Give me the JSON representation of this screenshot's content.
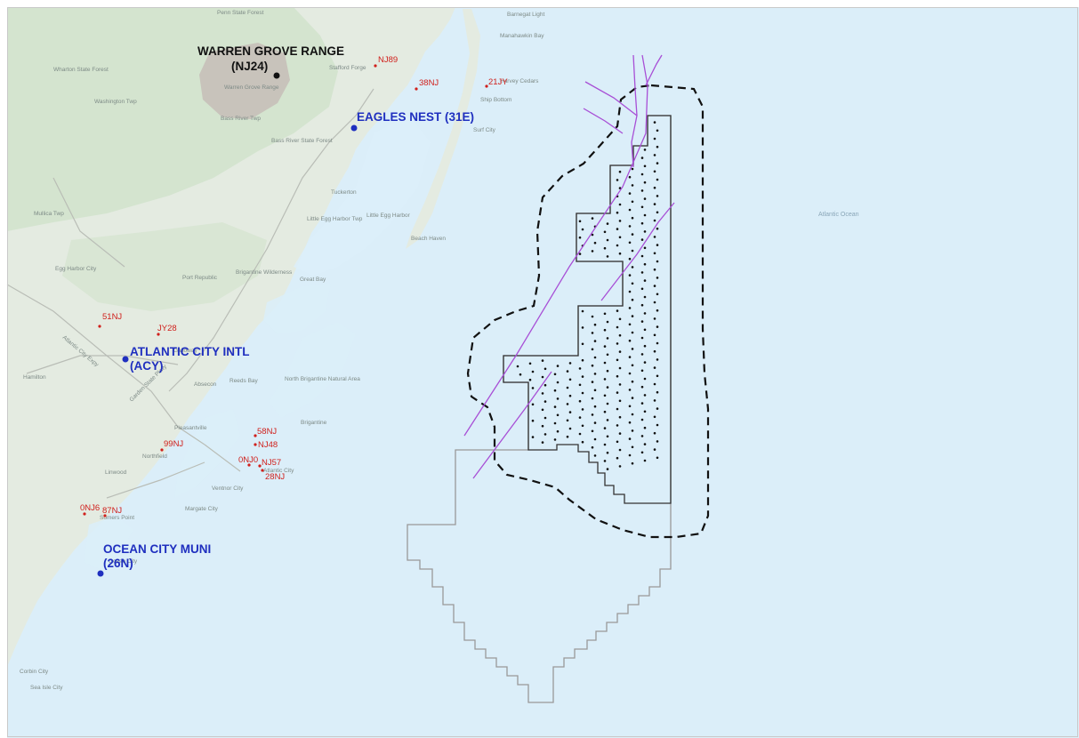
{
  "colors": {
    "ocean": "#dbeef9",
    "land": "#e4ebe1",
    "land_green": "#cfe2ca",
    "restricted_area": "#c8c3bb",
    "major_airport_dot": "#1f2fbf",
    "major_airport_label": "#1f2fbf",
    "minor_airport": "#d0201c",
    "range_label": "#111111",
    "lease_outline": "#999999",
    "buffer_outline": "#111111",
    "cable_routes": "#a84fd6"
  },
  "major_airports": [
    {
      "line1": "WARREN GROVE RANGE",
      "line2": "(NJ24)"
    },
    {
      "line1": "EAGLES NEST (31E)",
      "line2": ""
    },
    {
      "line1": "ATLANTIC CITY INTL",
      "line2": "(ACY)"
    },
    {
      "line1": "OCEAN CITY MUNI",
      "line2": "(26N)"
    }
  ],
  "minor_airports": [
    "NJ89",
    "38NJ",
    "21JY",
    "51NJ",
    "JY28",
    "58NJ",
    "NJ48",
    "0NJ0",
    "NJ57",
    "28NJ",
    "99NJ",
    "0NJ6",
    "87NJ"
  ],
  "basemap_labels": [
    "Penn State Forest",
    "Wharton State Forest",
    "Warren Grove Range",
    "Stafford Forge",
    "Manahawkin Bay",
    "Barnegat Light",
    "Harvey Cedars",
    "Ship Bottom",
    "Surf City",
    "Washington Twp",
    "Bass River State Forest",
    "Bass River Twp",
    "Tuckerton",
    "Little Egg Harbor Twp",
    "Little Egg Harbor",
    "Beach Haven",
    "Mullica Twp",
    "Egg Harbor City",
    "Port Republic",
    "Brigantine Wilderness",
    "Great Bay",
    "Galloway",
    "Absecon",
    "Reeds Bay",
    "North Brigantine Natural Area",
    "Brigantine",
    "Pleasantville",
    "Northfield",
    "Linwood",
    "Atlantic City",
    "Ventnor City",
    "Margate City",
    "Somers Point",
    "Ocean City",
    "Corbin City",
    "Sea Isle City",
    "Hamilton",
    "Atlantic City Expy",
    "Garden State Pkwy"
  ],
  "water_labels": [
    "Atlantic Ocean"
  ]
}
